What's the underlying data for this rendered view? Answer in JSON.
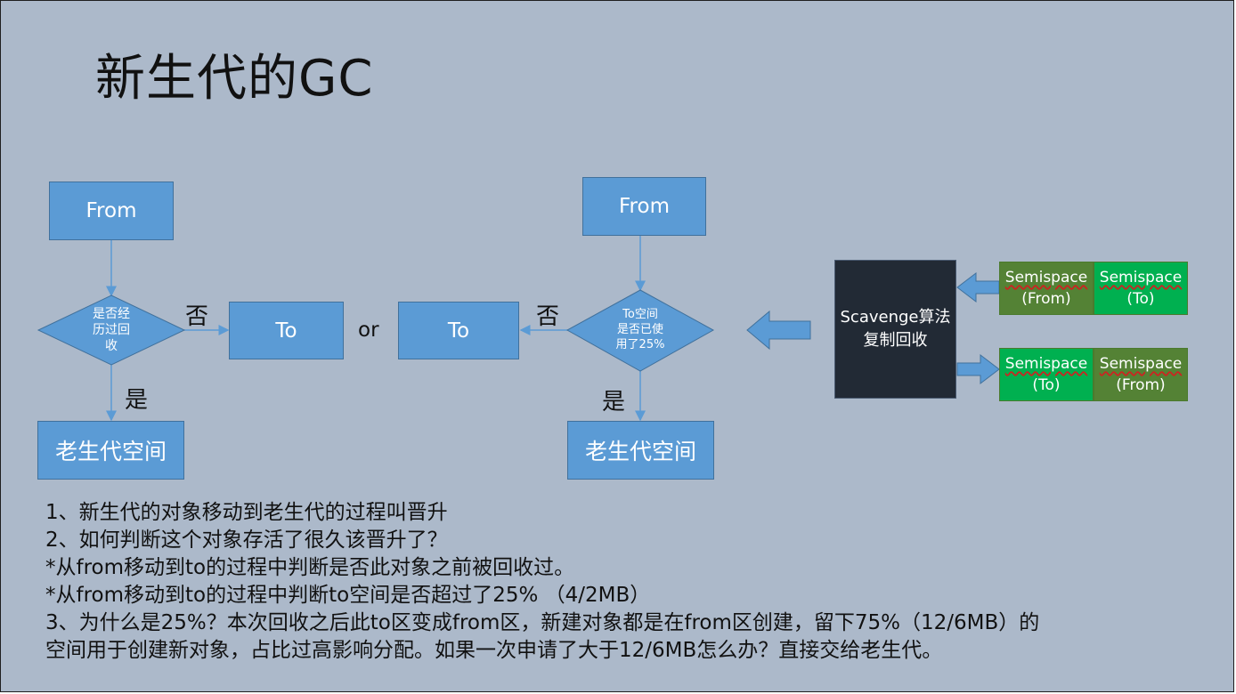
{
  "title": "新生代的GC",
  "left_flow": {
    "from": "From",
    "decision": "是否经\n历过回\n收",
    "no": "否",
    "to": "To",
    "yes": "是",
    "old": "老生代空间"
  },
  "or_label": "or",
  "right_flow": {
    "from": "From",
    "decision": "To空间\n是否已使\n用了25%",
    "no": "否",
    "to": "To",
    "yes": "是",
    "old": "老生代空间"
  },
  "scavenge": {
    "line1": "Scavenge算法",
    "line2": "复制回收"
  },
  "semispace_top": [
    {
      "name": "Semispace",
      "role": "(From)",
      "color": "#548235"
    },
    {
      "name": "Semispace",
      "role": "(To)",
      "color": "#00b050"
    }
  ],
  "semispace_bottom": [
    {
      "name": "Semispace",
      "role": "(To)",
      "color": "#00b050"
    },
    {
      "name": "Semispace",
      "role": "(From)",
      "color": "#548235"
    }
  ],
  "notes": [
    "1、新生代的对象移动到老生代的过程叫晋升",
    "2、如何判断这个对象存活了很久该晋升了？",
    "*从from移动到to的过程中判断是否此对象之前被回收过。",
    "*从from移动到to的过程中判断to空间是否超过了25% （4/2MB）",
    "3、为什么是25%？本次回收之后此to区变成from区，新建对象都是在from区创建，留下75%（12/6MB）的",
    "空间用于创建新对象，占比过高影响分配。如果一次申请了大于12/6MB怎么办？直接交给老生代。"
  ]
}
